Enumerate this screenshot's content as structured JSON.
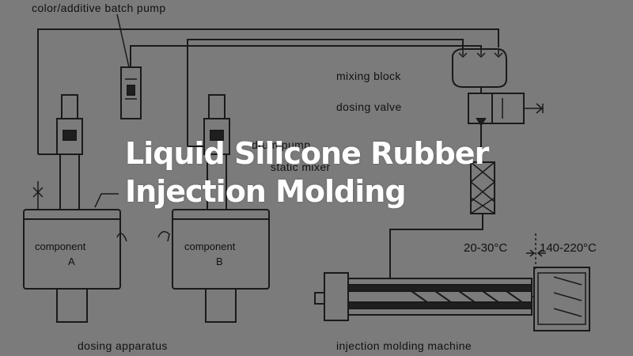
{
  "title": {
    "line1": "Liquid Silicone Rubber",
    "line2": "Injection Molding"
  },
  "labels": {
    "batch_pump": "color/additive batch pump",
    "mixing_block": "mixing block",
    "dosing_valve": "dosing valve",
    "drum_pump": "drum pump",
    "static_mixer": "static mixer",
    "component_a_line1": "component",
    "component_a_line2": "A",
    "component_b_line1": "component",
    "component_b_line2": "B",
    "temp_cold": "20-30°C",
    "temp_hot": "140-220°C",
    "dosing_apparatus": "dosing apparatus",
    "injection_machine": "injection molding machine"
  },
  "colors": {
    "background": "#7b7b7b",
    "line": "#1a1a1a",
    "title": "#ffffff"
  }
}
